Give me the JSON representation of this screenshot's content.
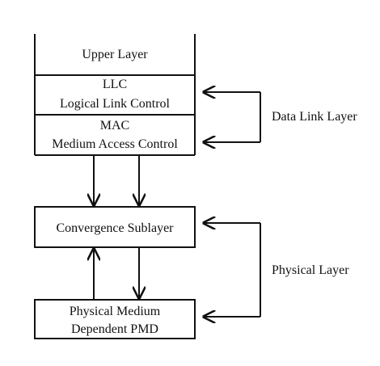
{
  "layers": {
    "upper": "Upper Layer",
    "llc_line1": "LLC",
    "llc_line2": "Logical Link Control",
    "mac_line1": "MAC",
    "mac_line2": "Medium Access Control",
    "convergence": "Convergence Sublayer",
    "pmd_line1": "Physical Medium",
    "pmd_line2": "Dependent PMD"
  },
  "groups": {
    "data_link": "Data Link Layer",
    "physical": "Physical Layer"
  }
}
